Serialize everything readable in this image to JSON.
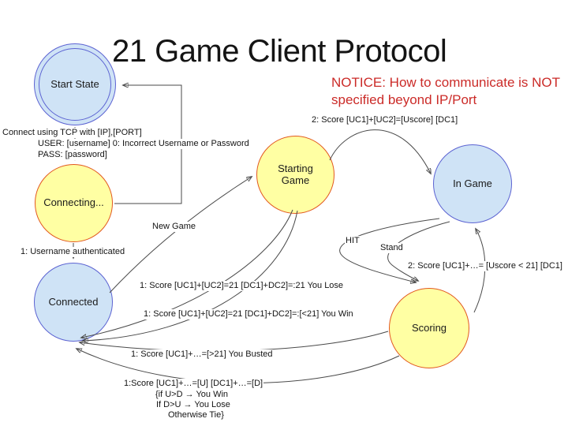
{
  "title": "21 Game Client Protocol",
  "notice": "NOTICE: How to communicate is NOT\nspecified beyond IP/Port",
  "colors": {
    "blue_fill": "#cfe3f6",
    "blue_border": "#5c63d2",
    "yellow_fill": "#ffffa3",
    "yellow_border": "#e2581f",
    "edge_gray": "#4a4a4a",
    "notice_red": "#cb2b28",
    "title_black": "#141414"
  },
  "states": {
    "start": {
      "label": "Start State",
      "type": "accept-state"
    },
    "connecting": {
      "label": "Connecting...",
      "type": "state"
    },
    "connected": {
      "label": "Connected",
      "type": "state"
    },
    "starting_game": {
      "label": "Starting\nGame",
      "type": "state"
    },
    "in_game": {
      "label": "In Game",
      "type": "state"
    },
    "scoring": {
      "label": "Scoring",
      "type": "state"
    }
  },
  "edge_labels": {
    "connect_tcp": "Connect using TCP with [IP],[PORT]",
    "user": "USER: [username] 0: Incorrect Username or Password",
    "pass": "PASS: [password]",
    "authenticated": "1: Username authenticated",
    "new_game": "New Game",
    "deal": "2: Score [UC1]+[UC2]=[Uscore]  [DC1]",
    "hit": "HIT",
    "stand": "Stand",
    "hit_result": "2: Score [UC1]+…= [Uscore < 21] [DC1]",
    "lose21": "1: Score [UC1]+[UC2]=21 [DC1]+DC2]=:21 You Lose",
    "win21": "1: Score [UC1]+[UC2]=21 [DC1]+DC2]=:[<21] You Win",
    "busted": "1: Score [UC1]+…=[>21] You Busted",
    "final_score": "1:Score [UC1]+…=[U]  [DC1]+…=[D]",
    "final_if_win": "{if U>D → You Win",
    "final_if_lose": "If D>U → You Lose",
    "final_tie": "Otherwise Tie}"
  }
}
